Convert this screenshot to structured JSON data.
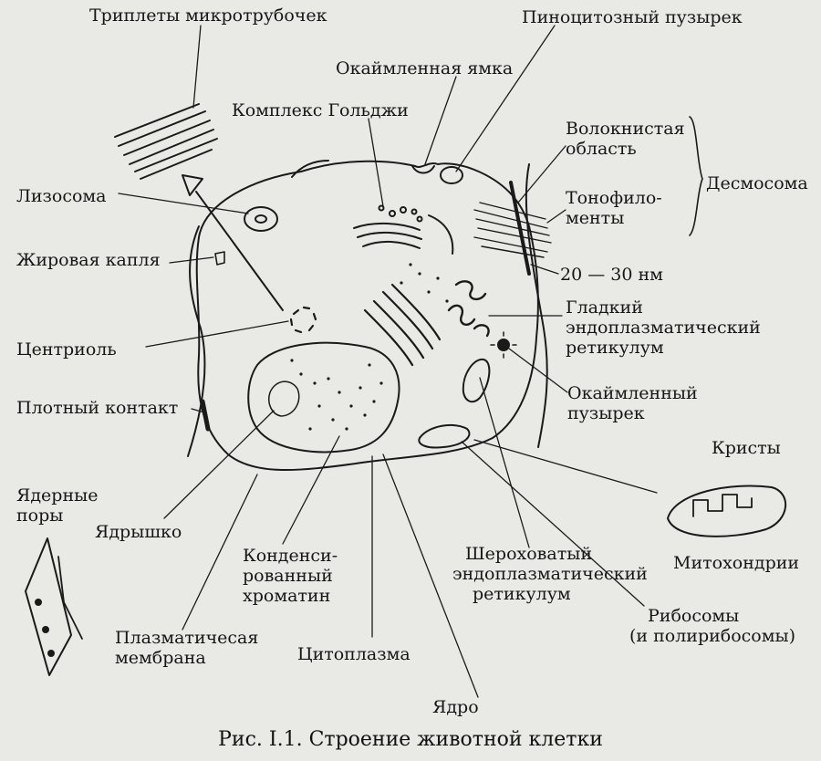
{
  "caption": "Рис. I.1. Строение животной клетки",
  "labels": {
    "microtubule_triplets": "Триплеты микротрубочек",
    "pinocytic_vesicle": "Пиноцитозный пузырек",
    "coated_pit": "Окаймленная ямка",
    "golgi": "Комплекс Гольджи",
    "fibrous_area_1": "Волокнистая",
    "fibrous_area_2": "область",
    "tonofilaments_1": "Тонофило-",
    "tonofilaments_2": "менты",
    "desmosome": "Десмосома",
    "lysosome": "Лизосома",
    "fat_droplet": "Жировая капля",
    "gap_size": "20 — 30 нм",
    "smooth_er_1": "Гладкий",
    "smooth_er_2": "эндоплазматический",
    "smooth_er_3": "ретикулум",
    "centriole": "Центриоль",
    "coated_vesicle_1": "Окаймленный",
    "coated_vesicle_2": "пузырек",
    "tight_junction": "Плотный контакт",
    "cristae": "Кристы",
    "nuclear_pores_1": "Ядерные",
    "nuclear_pores_2": "поры",
    "nucleolus": "Ядрышко",
    "chromatin_1": "Конденси-",
    "chromatin_2": "рованный",
    "chromatin_3": "хроматин",
    "rough_er_1": "Шероховатый",
    "rough_er_2": "эндоплазматический",
    "rough_er_3": "ретикулум",
    "mitochondria": "Митохондрии",
    "plasma_membrane_1": "Плазматичесая",
    "plasma_membrane_2": "мембрана",
    "cytoplasm": "Цитоплазма",
    "ribosomes_1": "Рибосомы",
    "ribosomes_2": "(и полирибосомы)",
    "nucleus": "Ядро"
  },
  "colors": {
    "ink": "#1a1a1a",
    "paper": "#e9e9e6"
  }
}
